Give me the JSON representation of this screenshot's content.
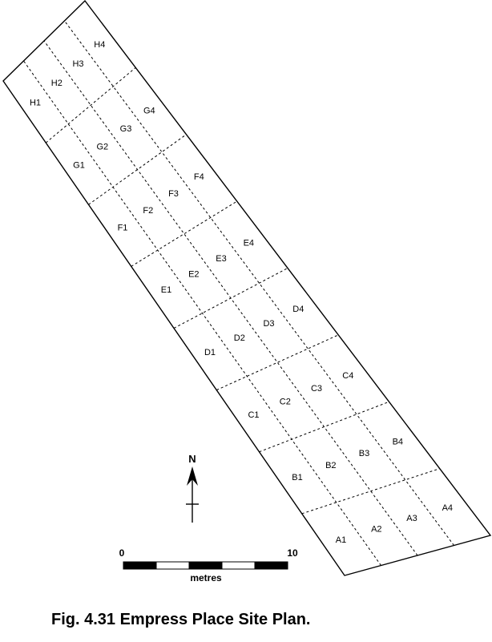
{
  "caption": "Fig. 4.31 Empress Place Site Plan.",
  "north_label": "N",
  "scale": {
    "start_label": "0",
    "end_label": "10",
    "unit_label": "metres"
  },
  "grid": {
    "rows": [
      "A",
      "B",
      "C",
      "D",
      "E",
      "F",
      "G",
      "H"
    ],
    "columns": [
      "1",
      "2",
      "3",
      "4"
    ],
    "cells": [
      "A1",
      "A2",
      "A3",
      "A4",
      "B1",
      "B2",
      "B3",
      "B4",
      "C1",
      "C2",
      "C3",
      "C4",
      "D1",
      "D2",
      "D3",
      "D4",
      "E1",
      "E2",
      "E3",
      "E4",
      "F1",
      "F2",
      "F3",
      "F4",
      "G1",
      "G2",
      "G3",
      "G4",
      "H1",
      "H2",
      "H3",
      "H4"
    ]
  }
}
